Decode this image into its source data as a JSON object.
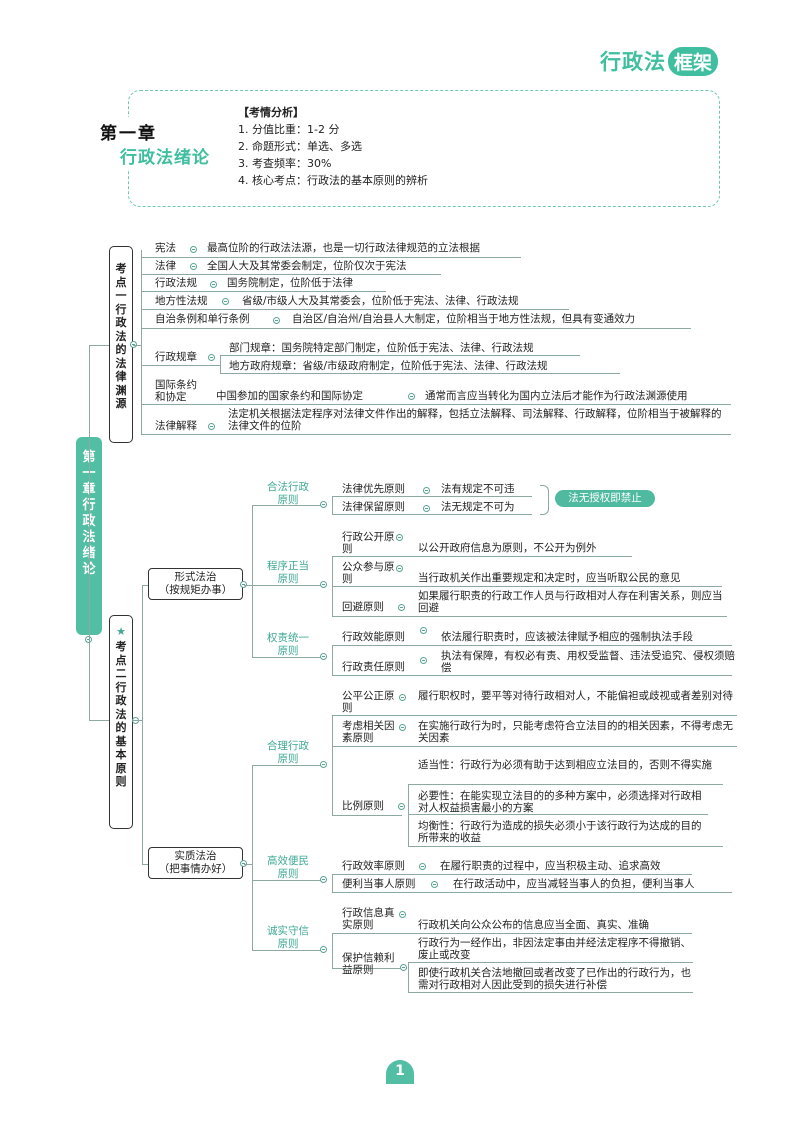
{
  "header": {
    "brand_a": "行政法",
    "brand_b": "框架"
  },
  "chapter": {
    "label": "第一章",
    "title": "行政法绪论"
  },
  "analysis": {
    "heading": "【考情分析】",
    "items": [
      "1. 分值比重：1-2 分",
      "2. 命题形式：单选、多选",
      "3. 考查频率：30%",
      "4. 核心考点：行政法的基本原则的辨析"
    ]
  },
  "root": {
    "label": "第一章 行政法绪论"
  },
  "point1": {
    "label": "考点一 行政法的法律渊源",
    "rows": [
      {
        "name": "宪法",
        "desc": "最高位阶的行政法法源，也是一切行政法律规范的立法根据"
      },
      {
        "name": "法律",
        "desc": "全国人大及其常委会制定，位阶仅次于宪法"
      },
      {
        "name": "行政法规",
        "desc": "国务院制定，位阶低于法律"
      },
      {
        "name": "地方性法规",
        "desc": "省级/市级人大及其常委会，位阶低于宪法、法律、行政法规"
      },
      {
        "name": "自治条例和单行条例",
        "desc": "自治区/自治州/自治县人大制定，位阶相当于地方性法规，但具有变通效力"
      },
      {
        "name": "行政规章",
        "sub1": "部门规章：国务院特定部门制定，位阶低于宪法、法律、行政法规",
        "sub2": "地方政府规章：省级/市级政府制定，位阶低于宪法、法律、行政法规"
      },
      {
        "name": "国际条约和协定",
        "desc": "中国参加的国家条约和国际协定",
        "desc2": "通常而言应当转化为国内立法后才能作为行政法渊源使用"
      },
      {
        "name": "法律解释",
        "desc": "法定机关根据法定程序对法律文件作出的解释，包括立法解释、司法解释、行政解释，位阶相当于被解释的法律文件的位阶"
      }
    ]
  },
  "point2": {
    "label": "考点二 行政法的基本原则",
    "formal": {
      "label": "形式法治\n（按规矩办事）",
      "legal": {
        "cat": "合法行政原则",
        "items": [
          {
            "name": "法律优先原则",
            "desc": "法有规定不可违"
          },
          {
            "name": "法律保留原则",
            "desc": "法无规定不可为"
          }
        ],
        "note": "法无授权即禁止"
      },
      "procedure": {
        "cat": "程序正当原则",
        "items": [
          {
            "name": "行政公开原则",
            "desc": "以公开政府信息为原则，不公开为例外"
          },
          {
            "name": "公众参与原则",
            "desc": "当行政机关作出重要规定和决定时，应当听取公民的意见"
          },
          {
            "name": "回避原则",
            "desc": "如果履行职责的行政工作人员与行政相对人存在利害关系，则应当回避"
          }
        ]
      },
      "unity": {
        "cat": "权责统一原则",
        "items": [
          {
            "name": "行政效能原则",
            "desc": "依法履行职责时，应该被法律赋予相应的强制执法手段"
          },
          {
            "name": "行政责任原则",
            "desc": "执法有保障，有权必有责、用权受监督、违法受追究、侵权须赔偿"
          }
        ]
      }
    },
    "substantive": {
      "label": "实质法治\n（把事情办好）",
      "reasonable": {
        "cat": "合理行政原则",
        "items": [
          {
            "name": "公平公正原则",
            "desc": "履行职权时，要平等对待行政相对人，不能偏袒或歧视或者差别对待"
          },
          {
            "name": "考虑相关因素原则",
            "desc": "在实施行政行为时，只能考虑符合立法目的的相关因素，不得考虑无关因素"
          },
          {
            "name": "比例原则",
            "subs": [
              "适当性：行政行为必须有助于达到相应立法目的，否则不得实施",
              "必要性：在能实现立法目的的多种方案中，必须选择对行政相对人权益损害最小的方案",
              "均衡性：行政行为造成的损失必须小于该行政行为达成的目的所带来的收益"
            ]
          }
        ]
      },
      "efficient": {
        "cat": "高效便民原则",
        "items": [
          {
            "name": "行政效率原则",
            "desc": "在履行职责的过程中，应当积极主动、追求高效"
          },
          {
            "name": "便利当事人原则",
            "desc": "在行政活动中，应当减轻当事人的负担，便利当事人"
          }
        ]
      },
      "honest": {
        "cat": "诚实守信原则",
        "items": [
          {
            "name": "行政信息真实原则",
            "desc": "行政机关向公众公布的信息应当全面、真实、准确"
          },
          {
            "name": "保护信赖利益原则",
            "desc": "行政行为一经作出，非因法定事由并经法定程序不得撤销、废止或改变",
            "desc2": "即使行政机关合法地撤回或者改变了已作出的行政行为，也需对行政相对人因此受到的损失进行补偿"
          }
        ]
      }
    }
  },
  "page_number": "1"
}
